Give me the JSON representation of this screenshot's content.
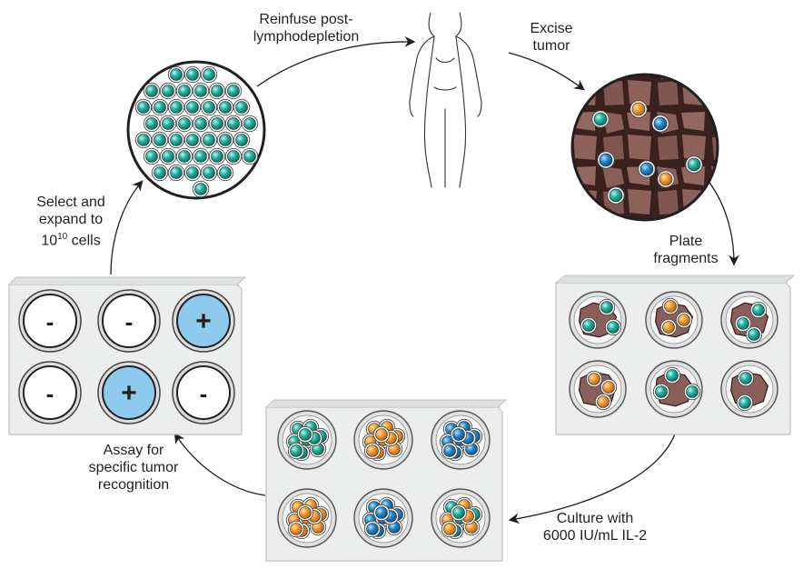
{
  "steps": {
    "reinfuse": {
      "line1": "Reinfuse post-",
      "line2": "lymphodepletion"
    },
    "excise": {
      "line1": "Excise",
      "line2": "tumor"
    },
    "plate": {
      "line1": "Plate",
      "line2": "fragments"
    },
    "culture": {
      "line1": "Culture with",
      "line2": "6000 IU/mL IL-2"
    },
    "assay": {
      "line1": "Assay for",
      "line2": "specific tumor",
      "line3": "recognition"
    },
    "select": {
      "line1": "Select and",
      "line2": "expand to",
      "base": "10",
      "exponent": "10",
      "unit": " cells"
    }
  },
  "assay_plate": {
    "wells": [
      {
        "result": "-"
      },
      {
        "result": "-"
      },
      {
        "result": "+"
      },
      {
        "result": "-"
      },
      {
        "result": "+"
      },
      {
        "result": "-"
      }
    ]
  },
  "colors": {
    "teal_cell": "#1aa593",
    "orange_cell": "#f0922a",
    "blue_cell": "#1f7fc4",
    "tumor": "#8a5f5a",
    "tumor_dark": "#3b211d",
    "positive_well": "#8ec9ee",
    "plate": "#eceeed",
    "arrow": "#231f20"
  }
}
